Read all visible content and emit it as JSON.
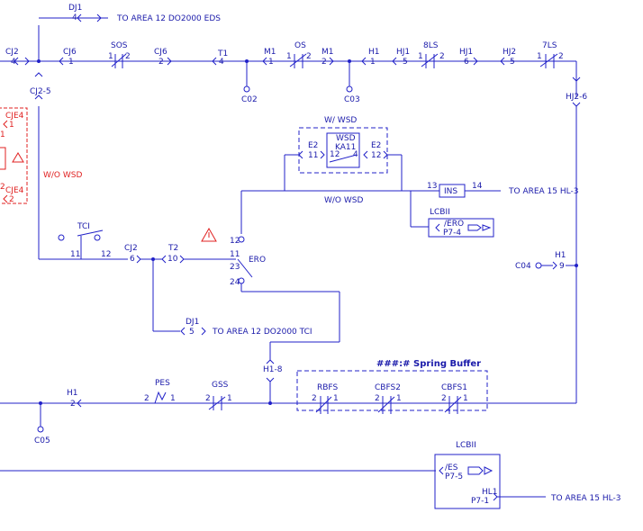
{
  "offpage": {
    "area12_eds": "TO AREA 12  DO2000 EDS",
    "area15_hl3_top": "TO AREA 15 HL-3",
    "area12_tci": "TO AREA 12 DO2000 TCI",
    "area15_hl3_bottom": "TO AREA 15 HL-3"
  },
  "top_rail": {
    "dj1_ref": "DJ1",
    "dj1_pin": "4",
    "cj2_left": "CJ2",
    "cj2_left_pin": "4",
    "cj6_a": "CJ6",
    "cj6_a_pin": "1",
    "sos": "SOS",
    "sos_pins": [
      "1",
      "2"
    ],
    "cj6_b": "CJ6",
    "cj6_b_pin": "2",
    "t1": "T1",
    "t1_pin": "4",
    "c02": "C02",
    "m1_a": "M1",
    "m1_a_pin": "1",
    "os": "OS",
    "os_pins": [
      "1",
      "2"
    ],
    "m1_b": "M1",
    "m1_b_pin": "2",
    "c03": "C03",
    "h1": "H1",
    "h1_pin": "1",
    "hj1_a": "HJ1",
    "hj1_a_pin": "5",
    "ls8": "8LS",
    "ls8_pins": [
      "1",
      "2"
    ],
    "hj1_b": "HJ1",
    "hj1_b_pin": "6",
    "hj2": "HJ2",
    "hj2_pin": "5",
    "ls7": "7LS",
    "ls7_pins": [
      "1",
      "2"
    ],
    "cj2_5": "CJ2-5",
    "hj2_6": "HJ2-6"
  },
  "left_panel": {
    "cje4_top": "CJE4",
    "cje4_top_pin": "1",
    "cje4_bottom": "CJE4",
    "cje4_bottom_pin": "2",
    "side_1": "1",
    "side_2": "2",
    "wo_wsd": "W/O WSD"
  },
  "wsd_block": {
    "w_wsd": "W/ WSD",
    "wsd": "WSD",
    "ka11": "KA11",
    "e2_left": "E2",
    "e2_left_pin": "11",
    "e2_right": "E2",
    "e2_right_pin": "12",
    "relay_pin_12": "12",
    "relay_pin_4": "4",
    "wo_wsd": "W/O WSD",
    "ins": "INS",
    "ins_pin_in": "13",
    "ins_pin_out": "14"
  },
  "lcbii_top": {
    "title": "LCBII",
    "signal": "/ERO",
    "page_ref": "P7-4"
  },
  "middle": {
    "tci": "TCI",
    "tci_pin_11": "11",
    "tci_pin_12": "12",
    "cj2": "CJ2",
    "cj2_pin": "6",
    "t2": "T2",
    "t2_pin": "10",
    "ero": "ERO",
    "ero_pins": [
      "12",
      "11",
      "23",
      "24"
    ],
    "dj1": "DJ1",
    "dj1_pin": "5",
    "h1_8": "H1-8",
    "c04": "C04",
    "h1_right": "H1",
    "h1_right_pin": "9"
  },
  "bottom_rail": {
    "h1": "H1",
    "h1_pin": "2",
    "c05": "C05",
    "pes": "PES",
    "pes_pins": [
      "2",
      "1"
    ],
    "gss": "GSS",
    "gss_pins": [
      "2",
      "1"
    ],
    "spring_buffer": "###:# Spring Buffer",
    "rbfs": "RBFS",
    "rbfs_pins": [
      "2",
      "1"
    ],
    "cbfs2": "CBFS2",
    "cbfs2_pins": [
      "2",
      "1"
    ],
    "cbfs1": "CBFS1",
    "cbfs1_pins": [
      "2",
      "1"
    ]
  },
  "lcbii_bottom": {
    "title": "LCBII",
    "signal": "/ES",
    "page_ref": "P7-5",
    "hl1": "HL1",
    "page_ref_2": "P7-1"
  },
  "colors": {
    "wire": "#2020c8",
    "text": "#1a1aaa",
    "warning": "#e02020"
  }
}
